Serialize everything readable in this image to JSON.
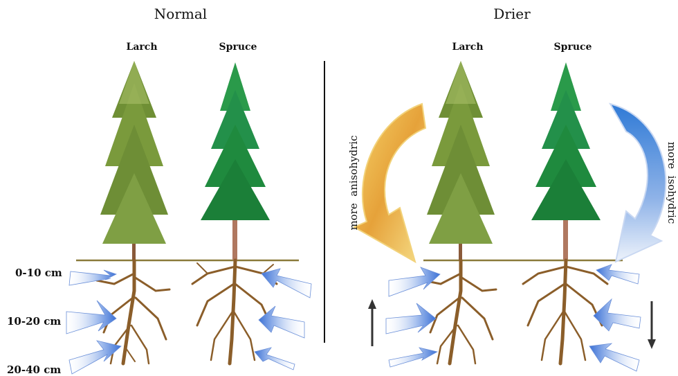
{
  "panels": {
    "normal": {
      "title": "Normal",
      "trees": [
        "Larch",
        "Spruce"
      ]
    },
    "drier": {
      "title": "Drier",
      "trees": [
        "Larch",
        "Spruce"
      ],
      "left_arrow_label": "more  anisohydric",
      "right_arrow_label": "more  isohydric"
    }
  },
  "depths": [
    "0-10 cm",
    "10-20 cm",
    "20-40 cm"
  ],
  "colors": {
    "larch_foliage": "#7a9a3c",
    "spruce_foliage": "#1f8a3e",
    "trunk": "#8a5a3a",
    "roots": "#8b5e2a",
    "ground": "#8a7a3a",
    "water_arrow": "#6a8fd8",
    "anisohydric_arrow": "#e8a83a",
    "isohydric_arrow": "#3a7fd8"
  }
}
